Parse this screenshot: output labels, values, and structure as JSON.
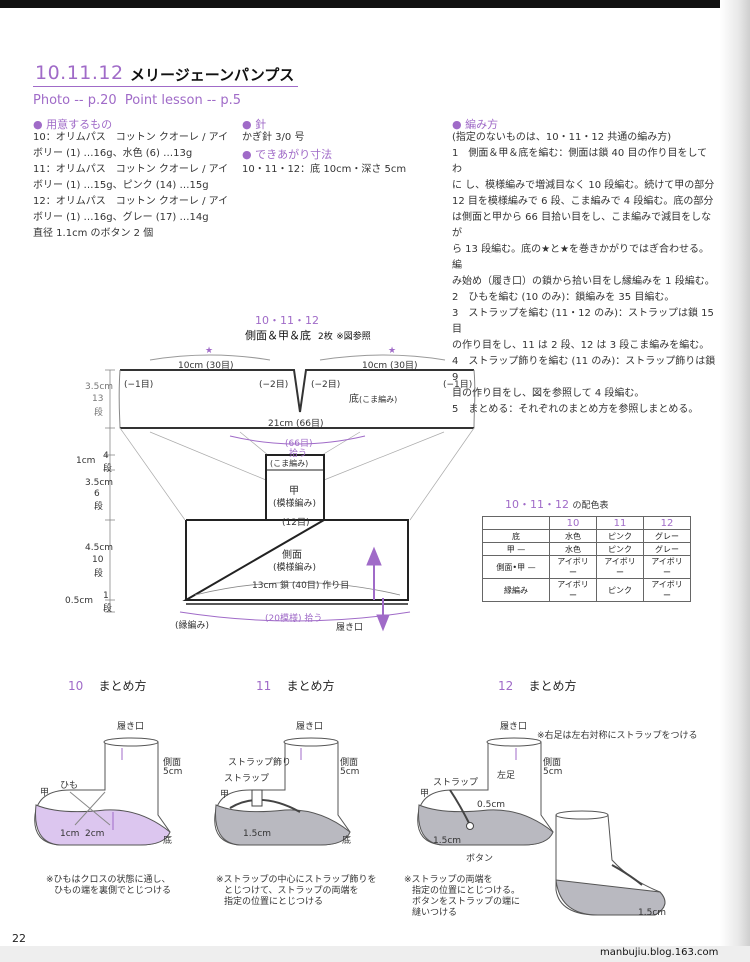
{
  "header": {
    "pattern_numbers": "10.11.12",
    "title": "メリージェーンパンプス",
    "photo": "Photo -- p.20",
    "lesson": "Point lesson -- p.5"
  },
  "materials": {
    "heading": "用意するもの",
    "lines": [
      "10：オリムパス　コットン クオーレ / アイ",
      "ボリー (1) …16g、水色 (6) …13g",
      "11：オリムパス　コットン クオーレ / アイ",
      "ボリー (1) …15g、ピンク (14) …15g",
      "12：オリムパス　コットン クオーレ / アイ",
      "ボリー (1) …16g、グレー (17) …14g",
      "直径 1.1cm のボタン 2 個"
    ]
  },
  "needle": {
    "heading": "針",
    "text": "かぎ針 3/0 号"
  },
  "size": {
    "heading": "できあがり寸法",
    "text": "10・11・12：底 10cm・深さ 5cm"
  },
  "method": {
    "heading": "編み方",
    "lines": [
      "(指定のないものは、10・11・12 共通の編み方)",
      "1　側面＆甲＆底を編む：側面は鎖 40 目の作り目をしてわ",
      "に し、模様編みで増減目なく 10 段編む。続けて甲の部分",
      "12 目を模様編みで 6 段、こま編みで 4 段編む。底の部分",
      "は側面と甲から 66 目拾い目をし、こま編みで減目をしなが",
      "ら 13 段編む。底の★と★を巻きかがりではぎ合わせる。編",
      "み始め（履き口）の鎖から拾い目をし縁編みを 1 段編む。",
      "2　ひもを編む (10 のみ)：鎖編みを 35 目編む。",
      "3　ストラップを編む (11・12 のみ)：ストラップは鎖 15 目",
      "の作り目をし、11 は 2 段、12 は 3 段こま編みを編む。",
      "4　ストラップ飾りを編む (11 のみ)：ストラップ飾りは鎖 9",
      "目の作り目をし、図を参照して 4 段編む。",
      "5　まとめる：それぞれのまとめ方を参照しまとめる。"
    ]
  },
  "diagram": {
    "numbers": "10・11・12",
    "title": "側面＆甲＆底",
    "count": "2枚",
    "ref": "※図参照",
    "top_left": "10cm (30目)",
    "top_right": "10cm (30目)",
    "minus1_a": "(−1目)",
    "minus2_a": "(−2目)",
    "minus2_b": "(−2目)",
    "minus1_b": "(−1目)",
    "sole": "底",
    "sole_stitch": "(こま編み)",
    "width": "21cm (66目)",
    "pickup": "(66目)",
    "pickup2": "拾う",
    "h1": "3.5cm",
    "h1b": "13",
    "h1c": "段",
    "h2": "1cm",
    "h2b": "4",
    "h2c": "段",
    "h3": "3.5cm",
    "h3b": "6",
    "h3c": "段",
    "h4": "4.5cm",
    "h4b": "10",
    "h4c": "段",
    "h5": "0.5cm",
    "h5b": "1",
    "h5c": "段",
    "kou_top": "(こま編み)",
    "kou": "甲",
    "kou_stitch": "(模様編み)",
    "kou_count": "(12目)",
    "side": "側面",
    "side_stitch": "(模様編み)",
    "chain": "13cm 鎖 (40目) 作り目",
    "edge": "(縁編み)",
    "edge_pick": "(20模様) 拾う",
    "opening": "履き口"
  },
  "color_table": {
    "numbers": "10・11・12",
    "caption": "の配色表",
    "headers": [
      "",
      "10",
      "11",
      "12"
    ],
    "rows": [
      [
        "底",
        "水色",
        "ピンク",
        "グレー"
      ],
      [
        "甲 —",
        "水色",
        "ピンク",
        "グレー"
      ],
      [
        "側面•甲 —",
        "アイボリー",
        "アイボリー",
        "アイボリー"
      ],
      [
        "縁編み",
        "アイボリー",
        "ピンク",
        "アイボリー"
      ]
    ]
  },
  "assembly": {
    "label": "まとめ方",
    "a10": {
      "num": "10",
      "opening": "履き口",
      "side": "側面",
      "side_cm": "5cm",
      "kou": "甲",
      "himo": "ひも",
      "cm1": "1cm",
      "cm2": "2cm",
      "sole": "底",
      "note1": "※ひもはクロスの状態に通し、",
      "note2": "ひもの端を裏側でとじつける"
    },
    "a11": {
      "num": "11",
      "opening": "履き口",
      "strap_deco": "ストラップ飾り",
      "strap": "ストラップ",
      "side": "側面",
      "side_cm": "5cm",
      "kou": "甲",
      "cm": "1.5cm",
      "sole": "底",
      "note1": "※ストラップの中心にストラップ飾りを",
      "note2": "とじつけて、ストラップの両端を",
      "note3": "指定の位置にとじつける"
    },
    "a12": {
      "num": "12",
      "opening": "履き口",
      "note_top": "※右足は左右対称にストラップをつける",
      "strap": "ストラップ",
      "left": "左足",
      "side": "側面",
      "side_cm": "5cm",
      "kou": "甲",
      "cm05": "0.5cm",
      "cm15": "1.5cm",
      "button": "ボタン",
      "cm15b": "1.5cm",
      "note1": "※ストラップの両端を",
      "note2": "指定の位置にとじつける。",
      "note3": "ボタンをストラップの端に",
      "note4": "縫いつける"
    }
  },
  "footer": {
    "page": "22",
    "url": "manbujiu.blog.163.com"
  },
  "colors": {
    "accent": "#a06bc8",
    "light_purple": "#dcc6ef",
    "gray": "#b9b9c0"
  }
}
